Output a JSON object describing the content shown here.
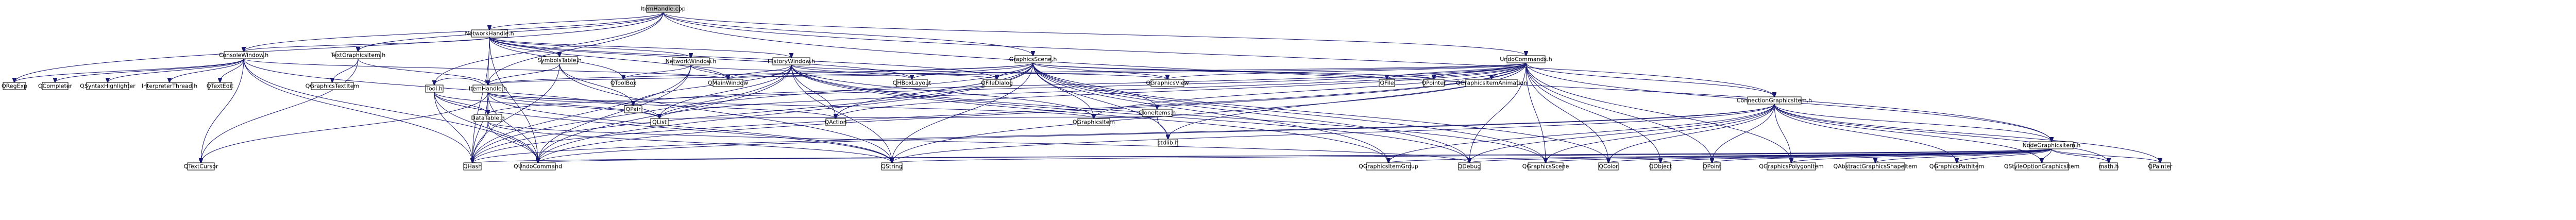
{
  "nodes": [
    {
      "id": "itemhandle_cpp",
      "label": "ItemHandle.cpp",
      "style": "root",
      "border": "#000000"
    },
    {
      "id": "networkhandle_h",
      "label": "NetworkHandle.h",
      "style": "plain",
      "border": "#000000"
    },
    {
      "id": "consolewindow_h",
      "label": "ConsoleWindow.h",
      "style": "plain",
      "border": "#000000"
    },
    {
      "id": "textgraphicsitem_h",
      "label": "TextGraphicsItem.h",
      "style": "plain",
      "border": "#000000"
    },
    {
      "id": "symbolstable_h",
      "label": "SymbolsTable.h",
      "style": "plain",
      "border": "#000000"
    },
    {
      "id": "networkwindow_h",
      "label": "NetworkWindow.h",
      "style": "linked",
      "border": "#ff0000"
    },
    {
      "id": "historywindow_h",
      "label": "HistoryWindow.h",
      "style": "linked",
      "border": "#ff0000"
    },
    {
      "id": "graphicsscene_h",
      "label": "GraphicsScene.h",
      "style": "plain",
      "border": "#000000"
    },
    {
      "id": "undocommands_h",
      "label": "UndoCommands.h",
      "style": "linked",
      "border": "#ff0000"
    },
    {
      "id": "tool_h",
      "label": "Tool.h",
      "style": "linked",
      "border": "#ff0000"
    },
    {
      "id": "itemhandle_h",
      "label": "ItemHandle.h",
      "style": "linked",
      "border": "#ff0000"
    },
    {
      "id": "datatable_h",
      "label": "DataTable.h",
      "style": "linked",
      "border": "#ff0000"
    },
    {
      "id": "clonetems_h",
      "label": "CloneItems.h",
      "style": "linked",
      "border": "#ff0000"
    },
    {
      "id": "connectiongraphicsitem_h",
      "label": "ConnectionGraphicsItem.h",
      "style": "linked",
      "border": "#ff0000"
    },
    {
      "id": "nodegraphicsitem_h",
      "label": "NodeGraphicsItem.h",
      "style": "linked",
      "border": "#ff0000"
    },
    {
      "id": "qregexp",
      "label": "QRegExp",
      "style": "system",
      "border": "#bfbfbf"
    },
    {
      "id": "qcompleter",
      "label": "QCompleter",
      "style": "system",
      "border": "#bfbfbf"
    },
    {
      "id": "qsyntaxhighlighter",
      "label": "QSyntaxHighlighter",
      "style": "system",
      "border": "#bfbfbf"
    },
    {
      "id": "interpreterthread_h",
      "label": "InterpreterThread.h",
      "style": "system",
      "border": "#bfbfbf"
    },
    {
      "id": "qtextedit",
      "label": "QTextEdit",
      "style": "system",
      "border": "#bfbfbf"
    },
    {
      "id": "qgraphicstextitem",
      "label": "QGraphicsTextItem",
      "style": "system",
      "border": "#bfbfbf"
    },
    {
      "id": "qtextcursor",
      "label": "QTextCursor",
      "style": "system",
      "border": "#bfbfbf"
    },
    {
      "id": "qhash",
      "label": "QHash",
      "style": "system",
      "border": "#bfbfbf"
    },
    {
      "id": "qundocommand",
      "label": "QUndoCommand",
      "style": "system",
      "border": "#bfbfbf"
    },
    {
      "id": "qstring",
      "label": "QString",
      "style": "system",
      "border": "#bfbfbf"
    },
    {
      "id": "qpair",
      "label": "QPair",
      "style": "system",
      "border": "#bfbfbf"
    },
    {
      "id": "qtoolbox",
      "label": "QToolBox",
      "style": "system",
      "border": "#bfbfbf"
    },
    {
      "id": "qmainwindow",
      "label": "QMainWindow",
      "style": "system",
      "border": "#bfbfbf"
    },
    {
      "id": "qhboxlayout",
      "label": "QHBoxLayout",
      "style": "system",
      "border": "#bfbfbf"
    },
    {
      "id": "qfiledialog",
      "label": "QFileDialog",
      "style": "system",
      "border": "#bfbfbf"
    },
    {
      "id": "qgraphicsview",
      "label": "QGraphicsView",
      "style": "system",
      "border": "#bfbfbf"
    },
    {
      "id": "qgraphicsitem",
      "label": "QGraphicsItem",
      "style": "system",
      "border": "#bfbfbf"
    },
    {
      "id": "qaction",
      "label": "QAction",
      "style": "system",
      "border": "#bfbfbf"
    },
    {
      "id": "qlist",
      "label": "QList",
      "style": "system",
      "border": "#bfbfbf"
    },
    {
      "id": "stdlib_h",
      "label": "stdlib.h",
      "style": "system",
      "border": "#bfbfbf"
    },
    {
      "id": "qfile",
      "label": "QFile",
      "style": "system",
      "border": "#bfbfbf"
    },
    {
      "id": "qpointer",
      "label": "QPointer",
      "style": "system",
      "border": "#bfbfbf"
    },
    {
      "id": "qgraphicsitemanimation",
      "label": "QGraphicsItemAnimation",
      "style": "system",
      "border": "#bfbfbf"
    },
    {
      "id": "qgraphicsitemgroup",
      "label": "QGraphicsItemGroup",
      "style": "system",
      "border": "#bfbfbf"
    },
    {
      "id": "qdebug",
      "label": "QDebug",
      "style": "system",
      "border": "#bfbfbf"
    },
    {
      "id": "qgraphicsscene",
      "label": "QGraphicsScene",
      "style": "system",
      "border": "#bfbfbf"
    },
    {
      "id": "qcolor",
      "label": "QColor",
      "style": "system",
      "border": "#bfbfbf"
    },
    {
      "id": "qobject",
      "label": "QObject",
      "style": "system",
      "border": "#bfbfbf"
    },
    {
      "id": "qpoint",
      "label": "QPoint",
      "style": "system",
      "border": "#bfbfbf"
    },
    {
      "id": "qgraphicspolygonitem",
      "label": "QGraphicsPolygonItem",
      "style": "system",
      "border": "#bfbfbf"
    },
    {
      "id": "qabstractgraphicsshapeitem",
      "label": "QAbstractGraphicsShapeItem",
      "style": "system",
      "border": "#bfbfbf"
    },
    {
      "id": "qgraphicspathitem",
      "label": "QGraphicsPathItem",
      "style": "system",
      "border": "#bfbfbf"
    },
    {
      "id": "qstyleoptiongraphicsitem",
      "label": "QStyleOptionGraphicsItem",
      "style": "system",
      "border": "#bfbfbf"
    },
    {
      "id": "math_h",
      "label": "math.h",
      "style": "system",
      "border": "#bfbfbf"
    },
    {
      "id": "qpainter",
      "label": "QPainter",
      "style": "system",
      "border": "#bfbfbf"
    }
  ],
  "edges": [
    [
      "itemhandle_cpp",
      "networkhandle_h"
    ],
    [
      "itemhandle_cpp",
      "consolewindow_h"
    ],
    [
      "itemhandle_cpp",
      "textgraphicsitem_h"
    ],
    [
      "itemhandle_cpp",
      "tool_h"
    ],
    [
      "itemhandle_cpp",
      "itemhandle_h"
    ],
    [
      "itemhandle_cpp",
      "graphicsscene_h"
    ],
    [
      "itemhandle_cpp",
      "undocommands_h"
    ],
    [
      "itemhandle_cpp",
      "connectiongraphicsitem_h"
    ],
    [
      "itemhandle_cpp",
      "nodegraphicsitem_h"
    ],
    [
      "itemhandle_cpp",
      "qregexp"
    ],
    [
      "networkhandle_h",
      "symbolstable_h"
    ],
    [
      "networkhandle_h",
      "networkwindow_h"
    ],
    [
      "networkhandle_h",
      "historywindow_h"
    ],
    [
      "networkhandle_h",
      "consolewindow_h"
    ],
    [
      "networkhandle_h",
      "qundocommand"
    ],
    [
      "networkhandle_h",
      "qtoolbox"
    ],
    [
      "networkhandle_h",
      "qmainwindow"
    ],
    [
      "networkhandle_h",
      "qhash"
    ],
    [
      "networkhandle_h",
      "qhboxlayout"
    ],
    [
      "networkhandle_h",
      "qfiledialog"
    ],
    [
      "networkhandle_h",
      "itemhandle_h"
    ],
    [
      "consolewindow_h",
      "qregexp"
    ],
    [
      "consolewindow_h",
      "qcompleter"
    ],
    [
      "consolewindow_h",
      "qsyntaxhighlighter"
    ],
    [
      "consolewindow_h",
      "interpreterthread_h"
    ],
    [
      "consolewindow_h",
      "qtextedit"
    ],
    [
      "consolewindow_h",
      "qtextcursor"
    ],
    [
      "consolewindow_h",
      "qhash"
    ],
    [
      "consolewindow_h",
      "qmainwindow"
    ],
    [
      "consolewindow_h",
      "qlist"
    ],
    [
      "consolewindow_h",
      "qundocommand"
    ],
    [
      "textgraphicsitem_h",
      "qgraphicstextitem"
    ],
    [
      "textgraphicsitem_h",
      "itemhandle_h"
    ],
    [
      "textgraphicsitem_h",
      "qtextcursor"
    ],
    [
      "symbolstable_h",
      "itemhandle_h"
    ],
    [
      "symbolstable_h",
      "qhash"
    ],
    [
      "symbolstable_h",
      "qpair"
    ],
    [
      "symbolstable_h",
      "qstring"
    ],
    [
      "networkwindow_h",
      "qtoolbox"
    ],
    [
      "networkwindow_h",
      "qmainwindow"
    ],
    [
      "networkwindow_h",
      "qfiledialog"
    ],
    [
      "networkwindow_h",
      "qundocommand"
    ],
    [
      "networkwindow_h",
      "qhash"
    ],
    [
      "historywindow_h",
      "qhboxlayout"
    ],
    [
      "historywindow_h",
      "qmainwindow"
    ],
    [
      "historywindow_h",
      "qgraphicsview"
    ],
    [
      "historywindow_h",
      "qlist"
    ],
    [
      "historywindow_h",
      "qaction"
    ],
    [
      "historywindow_h",
      "qundocommand"
    ],
    [
      "historywindow_h",
      "qgraphicsitem"
    ],
    [
      "historywindow_h",
      "qstring"
    ],
    [
      "historywindow_h",
      "qpair"
    ],
    [
      "historywindow_h",
      "qdebug"
    ],
    [
      "historywindow_h",
      "qgraphicsscene"
    ],
    [
      "historywindow_h",
      "qgraphicsitemgroup"
    ],
    [
      "historywindow_h",
      "qhash"
    ],
    [
      "graphicsscene_h",
      "qhboxlayout"
    ],
    [
      "graphicsscene_h",
      "qmainwindow"
    ],
    [
      "graphicsscene_h",
      "qfiledialog"
    ],
    [
      "graphicsscene_h",
      "qgraphicsview"
    ],
    [
      "graphicsscene_h",
      "qgraphicsitem"
    ],
    [
      "graphicsscene_h",
      "qaction"
    ],
    [
      "graphicsscene_h",
      "qlist"
    ],
    [
      "graphicsscene_h",
      "stdlib_h"
    ],
    [
      "graphicsscene_h",
      "qfile"
    ],
    [
      "graphicsscene_h",
      "clonetems_h"
    ],
    [
      "graphicsscene_h",
      "qundocommand"
    ],
    [
      "graphicsscene_h",
      "qhash"
    ],
    [
      "graphicsscene_h",
      "qstring"
    ],
    [
      "graphicsscene_h",
      "qgraphicsitemgroup"
    ],
    [
      "graphicsscene_h",
      "qdebug"
    ],
    [
      "graphicsscene_h",
      "qgraphicsscene"
    ],
    [
      "graphicsscene_h",
      "qcolor"
    ],
    [
      "graphicsscene_h",
      "qpointer"
    ],
    [
      "graphicsscene_h",
      "itemhandle_h"
    ],
    [
      "undocommands_h",
      "qmainwindow"
    ],
    [
      "undocommands_h",
      "qgraphicsview"
    ],
    [
      "undocommands_h",
      "qfile"
    ],
    [
      "undocommands_h",
      "qpointer"
    ],
    [
      "undocommands_h",
      "qgraphicsitemanimation"
    ],
    [
      "undocommands_h",
      "qgraphicsitem"
    ],
    [
      "undocommands_h",
      "qundocommand"
    ],
    [
      "undocommands_h",
      "qhash"
    ],
    [
      "undocommands_h",
      "qlist"
    ],
    [
      "undocommands_h",
      "qstring"
    ],
    [
      "undocommands_h",
      "qpair"
    ],
    [
      "undocommands_h",
      "qaction"
    ],
    [
      "undocommands_h",
      "qdebug"
    ],
    [
      "undocommands_h",
      "qgraphicsscene"
    ],
    [
      "undocommands_h",
      "qcolor"
    ],
    [
      "undocommands_h",
      "qobject"
    ],
    [
      "undocommands_h",
      "qpoint"
    ],
    [
      "undocommands_h",
      "qgraphicspolygonitem"
    ],
    [
      "undocommands_h",
      "connectiongraphicsitem_h"
    ],
    [
      "undocommands_h",
      "nodegraphicsitem_h"
    ],
    [
      "undocommands_h",
      "itemhandle_h"
    ],
    [
      "undocommands_h",
      "datatable_h"
    ],
    [
      "undocommands_h",
      "stdlib_h"
    ],
    [
      "tool_h",
      "itemhandle_h"
    ],
    [
      "tool_h",
      "qundocommand"
    ],
    [
      "tool_h",
      "qhash"
    ],
    [
      "tool_h",
      "qstring"
    ],
    [
      "tool_h",
      "qlist"
    ],
    [
      "tool_h",
      "datatable_h"
    ],
    [
      "itemhandle_h",
      "datatable_h"
    ],
    [
      "itemhandle_h",
      "qhash"
    ],
    [
      "itemhandle_h",
      "qundocommand"
    ],
    [
      "itemhandle_h",
      "qstring"
    ],
    [
      "itemhandle_h",
      "qpair"
    ],
    [
      "itemhandle_h",
      "qlist"
    ],
    [
      "itemhandle_h",
      "qgraphicsitem"
    ],
    [
      "itemhandle_h",
      "qaction"
    ],
    [
      "itemhandle_h",
      "qtextcursor"
    ],
    [
      "datatable_h",
      "qhash"
    ],
    [
      "datatable_h",
      "qundocommand"
    ],
    [
      "datatable_h",
      "qstring"
    ],
    [
      "datatable_h",
      "qdebug"
    ],
    [
      "clonetems_h",
      "qgraphicsitem"
    ],
    [
      "clonetems_h",
      "stdlib_h"
    ],
    [
      "clonetems_h",
      "qlist"
    ],
    [
      "connectiongraphicsitem_h",
      "nodegraphicsitem_h"
    ],
    [
      "connectiongraphicsitem_h",
      "qgraphicsitemgroup"
    ],
    [
      "connectiongraphicsitem_h",
      "qgraphicspolygonitem"
    ],
    [
      "connectiongraphicsitem_h",
      "qgraphicspathitem"
    ],
    [
      "connectiongraphicsitem_h",
      "qstyleoptiongraphicsitem"
    ],
    [
      "connectiongraphicsitem_h",
      "qpainter"
    ],
    [
      "connectiongraphicsitem_h",
      "qcolor"
    ],
    [
      "connectiongraphicsitem_h",
      "qdebug"
    ],
    [
      "connectiongraphicsitem_h",
      "qgraphicsscene"
    ],
    [
      "connectiongraphicsitem_h",
      "qhash"
    ],
    [
      "connectiongraphicsitem_h",
      "qundocommand"
    ],
    [
      "connectiongraphicsitem_h",
      "qstring"
    ],
    [
      "connectiongraphicsitem_h",
      "qpoint"
    ],
    [
      "connectiongraphicsitem_h",
      "math_h"
    ],
    [
      "nodegraphicsitem_h",
      "qgraphicsitemgroup"
    ],
    [
      "nodegraphicsitem_h",
      "qdebug"
    ],
    [
      "nodegraphicsitem_h",
      "qgraphicsscene"
    ],
    [
      "nodegraphicsitem_h",
      "qcolor"
    ],
    [
      "nodegraphicsitem_h",
      "qobject"
    ],
    [
      "nodegraphicsitem_h",
      "qpoint"
    ],
    [
      "nodegraphicsitem_h",
      "qgraphicspolygonitem"
    ],
    [
      "nodegraphicsitem_h",
      "qabstractgraphicsshapeitem"
    ],
    [
      "nodegraphicsitem_h",
      "qgraphicspathitem"
    ],
    [
      "nodegraphicsitem_h",
      "qstyleoptiongraphicsitem"
    ],
    [
      "nodegraphicsitem_h",
      "math_h"
    ],
    [
      "nodegraphicsitem_h",
      "qpainter"
    ],
    [
      "nodegraphicsitem_h",
      "qstring"
    ],
    [
      "nodegraphicsitem_h",
      "qhash"
    ],
    [
      "nodegraphicsitem_h",
      "qundocommand"
    ]
  ]
}
